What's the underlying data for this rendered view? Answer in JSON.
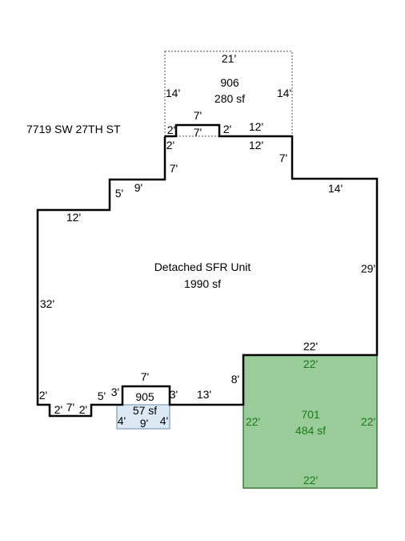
{
  "address": "7719 SW 27TH ST",
  "main": {
    "name": "Detached SFR Unit",
    "area": "1990 sf"
  },
  "upper_area": {
    "code": "906",
    "area": "280 sf"
  },
  "small_area": {
    "code": "905",
    "area": "57 sf"
  },
  "garage": {
    "code": "701",
    "area": "484 sf"
  },
  "colors": {
    "garage_fill": "#99cc99",
    "garage_text": "#1a7a1a",
    "small_fill": "#dce9f5",
    "outline": "#000000"
  },
  "dims": {
    "upper_top": "21'",
    "upper_left": "14'",
    "upper_right": "14'",
    "step_2a": "2'",
    "top_7a": "7'",
    "inner_7a": "7'",
    "step_2b": "2'",
    "top_12": "12'",
    "step_2c": "2'",
    "inner_12": "12'",
    "left_7": "7'",
    "right_7": "7'",
    "step_9": "9'",
    "step_5": "5'",
    "left_12": "12'",
    "right_14": "14'",
    "right_29": "29'",
    "left_32": "32'",
    "garage_top_outer": "22'",
    "garage_top_inner": "22'",
    "bottom_8": "8'",
    "bottom_13": "13'",
    "small_top_7": "7'",
    "small_left_3": "3'",
    "small_right_3": "3'",
    "small_left_4": "4'",
    "small_bottom_9": "9'",
    "small_right_4": "4'",
    "bottom_5": "5'",
    "bottom_2a": "2'",
    "bottom_2b": "2'",
    "bottom_7": "7'",
    "bottom_2c": "2'",
    "garage_left": "22'",
    "garage_right": "22'",
    "garage_bottom": "22'"
  }
}
